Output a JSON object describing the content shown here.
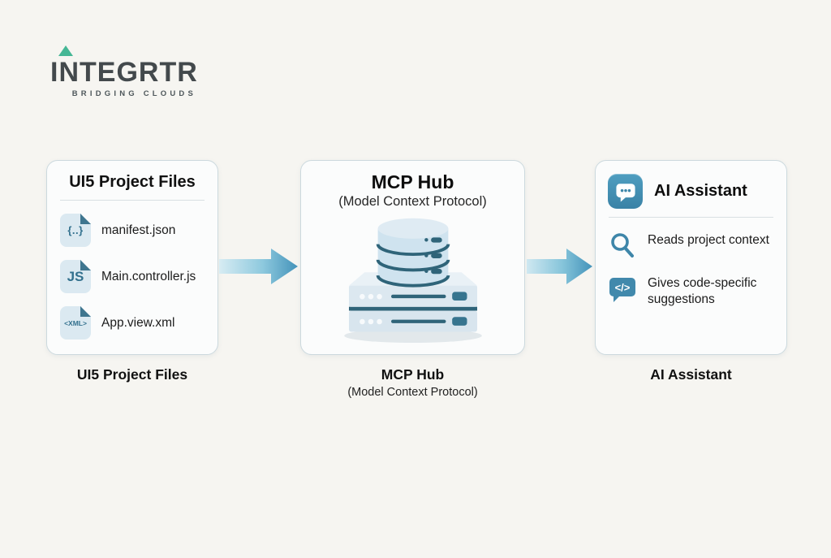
{
  "logo": {
    "brand": "INTEGRTR",
    "tagline": "BRIDGING CLOUDS"
  },
  "cards": {
    "ui5": {
      "title": "UI5 Project Files",
      "caption": "UI5 Project Files",
      "files": [
        {
          "icon": "json-file-icon",
          "icon_label": "{..}",
          "name": "manifest.json"
        },
        {
          "icon": "js-file-icon",
          "icon_label": "JS",
          "name": "Main.controller.js"
        },
        {
          "icon": "xml-file-icon",
          "icon_label": "<XML>",
          "name": "App.view.xml"
        }
      ]
    },
    "mcp": {
      "title": "MCP Hub",
      "subtitle": "(Model Context Protocol)",
      "caption": "MCP Hub",
      "caption_subtitle": "(Model Context Protocol)",
      "illustration": "database-server-icon"
    },
    "ai": {
      "title": "AI Assistant",
      "caption": "AI Assistant",
      "features": [
        {
          "icon": "search-icon",
          "text": "Reads project context"
        },
        {
          "icon": "code-bubble-icon",
          "text": "Gives code-specific suggestions"
        }
      ]
    }
  },
  "icons": {
    "code_label": "</>"
  },
  "colors": {
    "background": "#f6f5f1",
    "card_background": "#fbfcfc",
    "card_border": "#ccd9de",
    "accent_teal": "#3a82a6",
    "dark_teal": "#2f6479",
    "file_icon_background": "#dbe9f1",
    "fold_corner": "#3f768f",
    "arrow_light": "#d7ecf3",
    "arrow_dark": "#4493ba",
    "logo_triangle": "#45b795",
    "logo_text": "#43494c"
  }
}
